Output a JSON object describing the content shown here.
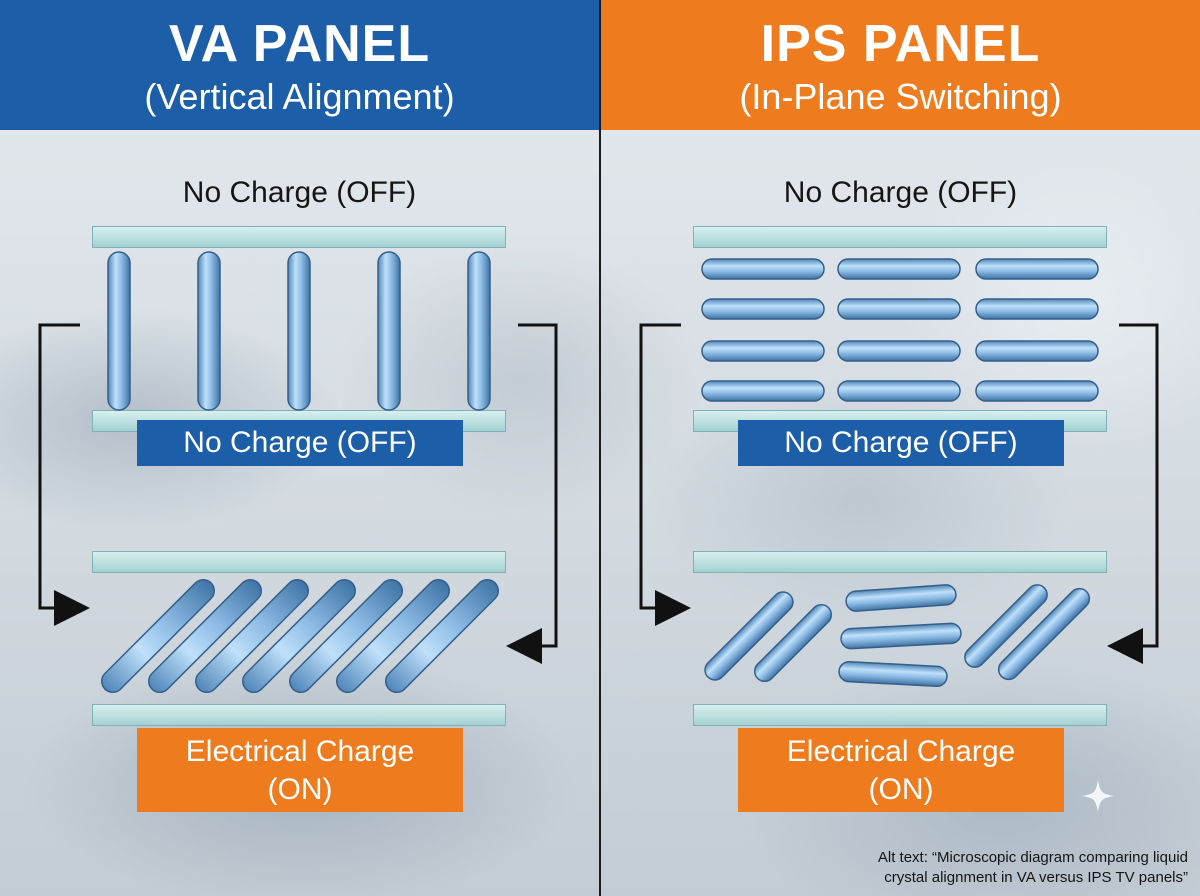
{
  "va": {
    "title": "VA PANEL",
    "subtitle": "(Vertical Alignment)",
    "off_label_top": "No Charge (OFF)",
    "off_label_box": "No Charge (OFF)",
    "on_label_line1": "Electrical Charge",
    "on_label_line2": "(ON)",
    "header_color": "#1c5ea8"
  },
  "ips": {
    "title": "IPS PANEL",
    "subtitle": "(In-Plane Switching)",
    "off_label_top": "No Charge (OFF)",
    "off_label_box": "No Charge (OFF)",
    "on_label_line1": "Electrical Charge",
    "on_label_line2": "(ON)",
    "header_color": "#ee7c1e"
  },
  "alt_text": {
    "line1": "Alt text: “Microscopic diagram comparing liquid",
    "line2": "crystal alignment in VA versus IPS TV panels”"
  },
  "colors": {
    "blue": "#1c5ea8",
    "orange": "#ee7c1e",
    "crystal": "#8fbde6"
  }
}
